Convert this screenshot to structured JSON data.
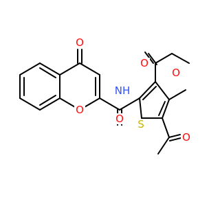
{
  "molecule": {
    "colors": {
      "oxygen": "#ff0d0d",
      "nitrogen": "#3050f8",
      "sulfur": "#c8b400",
      "carbon_bond": "#000000",
      "background": "#ffffff"
    },
    "atom_labels": {
      "ketone_oxygen": "O",
      "ring_oxygen": "O",
      "amide_oxygen": "O",
      "amide_nitrogen": "NH",
      "ester_carbonyl_oxygen": "O",
      "ester_ether_oxygen": "O",
      "thiophene_sulfur": "S",
      "acetyl_oxygen": "O"
    }
  }
}
